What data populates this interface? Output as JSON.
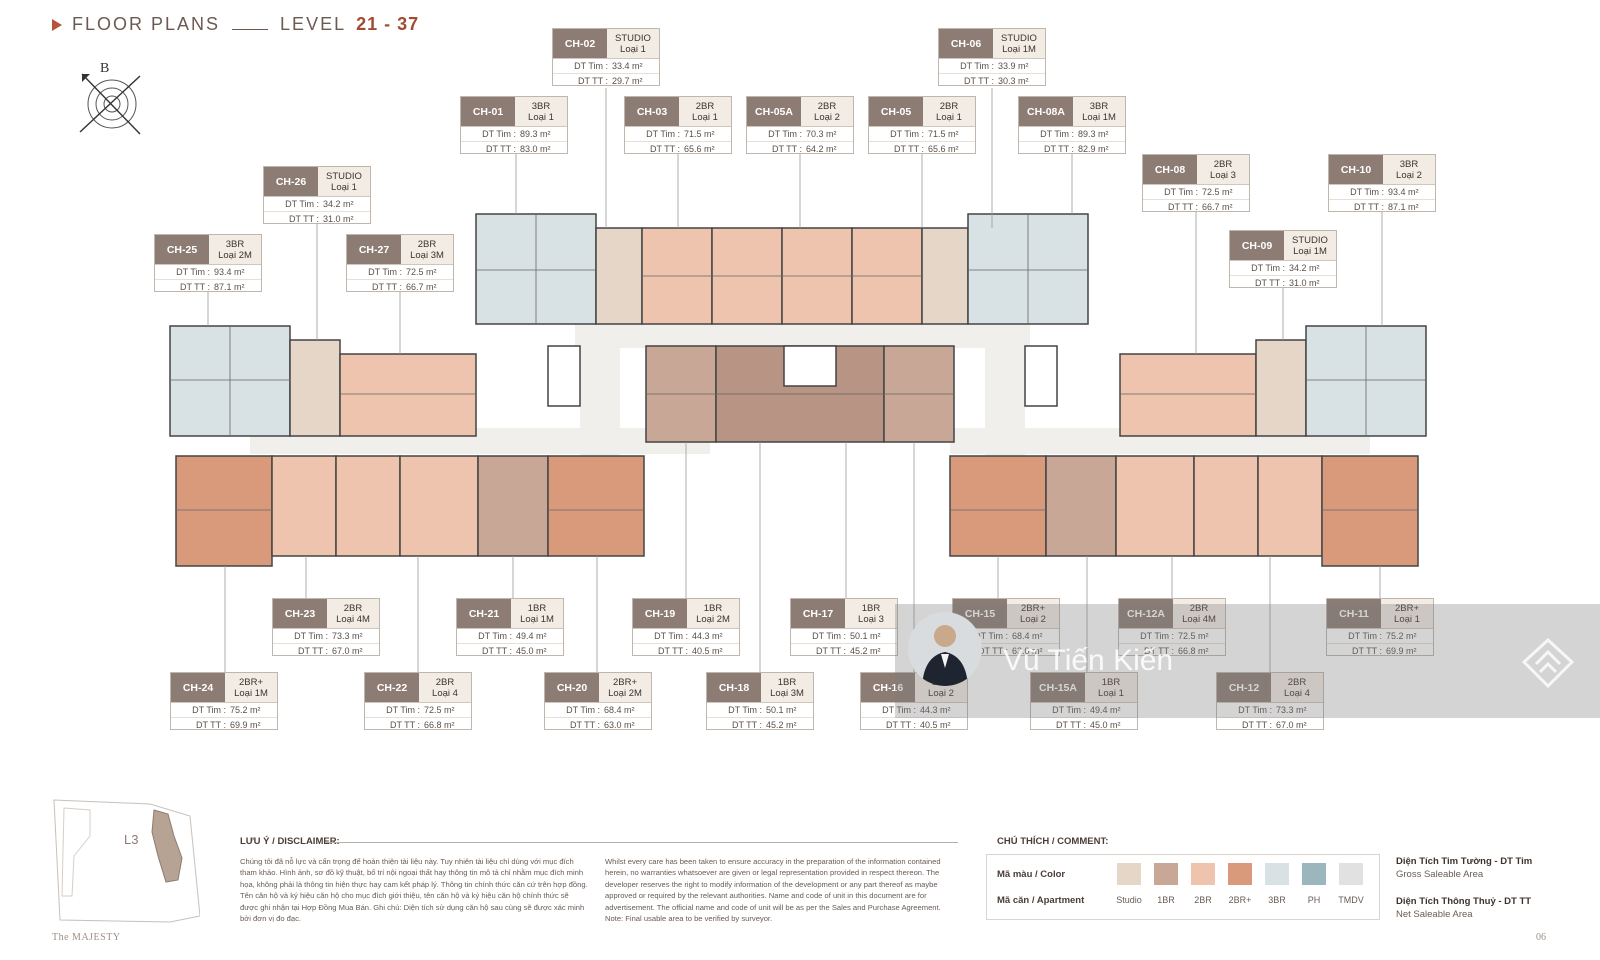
{
  "header": {
    "prefix": "FLOOR PLANS",
    "level_word": "LEVEL",
    "level_range": "21 - 37"
  },
  "compass_label": "B",
  "units": [
    {
      "code": "CH-02",
      "type": "STUDIO",
      "sub": "Loại 1",
      "dt_tim": "33.4 m²",
      "dt_tt": "29.7 m²"
    },
    {
      "code": "CH-06",
      "type": "STUDIO",
      "sub": "Loại 1M",
      "dt_tim": "33.9 m²",
      "dt_tt": "30.3 m²"
    },
    {
      "code": "CH-01",
      "type": "3BR",
      "sub": "Loại 1",
      "dt_tim": "89.3 m²",
      "dt_tt": "83.0 m²"
    },
    {
      "code": "CH-03",
      "type": "2BR",
      "sub": "Loại 1",
      "dt_tim": "71.5 m²",
      "dt_tt": "65.6 m²"
    },
    {
      "code": "CH-05A",
      "type": "2BR",
      "sub": "Loại 2",
      "dt_tim": "70.3 m²",
      "dt_tt": "64.2 m²"
    },
    {
      "code": "CH-05",
      "type": "2BR",
      "sub": "Loại 1",
      "dt_tim": "71.5 m²",
      "dt_tt": "65.6 m²"
    },
    {
      "code": "CH-08A",
      "type": "3BR",
      "sub": "Loại 1M",
      "dt_tim": "89.3 m²",
      "dt_tt": "82.9 m²"
    },
    {
      "code": "CH-26",
      "type": "STUDIO",
      "sub": "Loại 1",
      "dt_tim": "34.2 m²",
      "dt_tt": "31.0 m²"
    },
    {
      "code": "CH-08",
      "type": "2BR",
      "sub": "Loại 3",
      "dt_tim": "72.5 m²",
      "dt_tt": "66.7 m²"
    },
    {
      "code": "CH-10",
      "type": "3BR",
      "sub": "Loại 2",
      "dt_tim": "93.4 m²",
      "dt_tt": "87.1 m²"
    },
    {
      "code": "CH-25",
      "type": "3BR",
      "sub": "Loại 2M",
      "dt_tim": "93.4 m²",
      "dt_tt": "87.1 m²"
    },
    {
      "code": "CH-27",
      "type": "2BR",
      "sub": "Loại 3M",
      "dt_tim": "72.5 m²",
      "dt_tt": "66.7 m²"
    },
    {
      "code": "CH-09",
      "type": "STUDIO",
      "sub": "Loại 1M",
      "dt_tim": "34.2 m²",
      "dt_tt": "31.0 m²"
    },
    {
      "code": "CH-23",
      "type": "2BR",
      "sub": "Loại 4M",
      "dt_tim": "73.3 m²",
      "dt_tt": "67.0 m²"
    },
    {
      "code": "CH-21",
      "type": "1BR",
      "sub": "Loại 1M",
      "dt_tim": "49.4 m²",
      "dt_tt": "45.0 m²"
    },
    {
      "code": "CH-19",
      "type": "1BR",
      "sub": "Loại 2M",
      "dt_tim": "44.3 m²",
      "dt_tt": "40.5 m²"
    },
    {
      "code": "CH-17",
      "type": "1BR",
      "sub": "Loại 3",
      "dt_tim": "50.1 m²",
      "dt_tt": "45.2 m²"
    },
    {
      "code": "CH-15",
      "type": "2BR+",
      "sub": "Loại 2",
      "dt_tim": "68.4 m²",
      "dt_tt": "63.0 m²"
    },
    {
      "code": "CH-12A",
      "type": "2BR",
      "sub": "Loại 4M",
      "dt_tim": "72.5 m²",
      "dt_tt": "66.8 m²"
    },
    {
      "code": "CH-11",
      "type": "2BR+",
      "sub": "Loại 1",
      "dt_tim": "75.2 m²",
      "dt_tt": "69.9 m²"
    },
    {
      "code": "CH-24",
      "type": "2BR+",
      "sub": "Loại 1M",
      "dt_tim": "75.2 m²",
      "dt_tt": "69.9 m²"
    },
    {
      "code": "CH-22",
      "type": "2BR",
      "sub": "Loại 4",
      "dt_tim": "72.5 m²",
      "dt_tt": "66.8 m²"
    },
    {
      "code": "CH-20",
      "type": "2BR+",
      "sub": "Loại 2M",
      "dt_tim": "68.4 m²",
      "dt_tt": "63.0 m²"
    },
    {
      "code": "CH-18",
      "type": "1BR",
      "sub": "Loại 3M",
      "dt_tim": "50.1 m²",
      "dt_tt": "45.2 m²"
    },
    {
      "code": "CH-16",
      "type": "1BR",
      "sub": "Loại 2",
      "dt_tim": "44.3 m²",
      "dt_tt": "40.5 m²"
    },
    {
      "code": "CH-15A",
      "type": "1BR",
      "sub": "Loại 1",
      "dt_tim": "49.4 m²",
      "dt_tt": "45.0 m²"
    },
    {
      "code": "CH-12",
      "type": "2BR",
      "sub": "Loại 4",
      "dt_tim": "73.3 m²",
      "dt_tt": "67.0 m²"
    }
  ],
  "card_labels": {
    "tim": "DT Tim :",
    "tt": "DT TT :"
  },
  "watermark_name": "Vũ Tiến Kiến",
  "keymap_label": "L3",
  "disclaimer": {
    "title": "LƯU Ý / DISCLAIMER:",
    "vn": "Chúng tôi đã nỗ lực và cẩn trọng để hoàn thiện tài liệu này. Tuy nhiên tài liệu chỉ dùng với mục đích tham khảo. Hình ảnh, sơ đồ kỹ thuật, bố trí nội ngoại thất hay thông tin mô tả chỉ nhằm mục đích minh họa, không phải là thông tin hiện thực hay cam kết pháp lý. Thông tin chính thức căn cứ trên hợp đồng. Tên căn hộ và ký hiệu căn hộ cho mục đích giới thiệu, tên căn hộ và ký hiệu căn hộ chính thức sẽ được ghi nhận tại Hợp Đồng Mua Bán. Ghi chú: Diện tích sử dụng căn hộ sau cùng sẽ được xác minh bởi đơn vị đo đạc.",
    "en": "Whilst every care has been taken to ensure accuracy in the preparation of the information contained herein, no warranties whatsoever are given or legal representation provided in respect thereon. The developer reserves the right to modify information of the development or any part thereof as maybe approved or required by the relevant authorities. Name and code of unit in this document are for advertisement. The official name and code of unit will be as per the Sales and Purchase Agreement. Note: Final usable area to be verified by surveyor."
  },
  "comment": {
    "title": "CHÚ THÍCH / COMMENT:",
    "color_label": "Mã màu / Color",
    "apt_label": "Mã căn / Apartment",
    "items": [
      {
        "name": "Studio",
        "color": "#e6d6c8"
      },
      {
        "name": "1BR",
        "color": "#c8a796"
      },
      {
        "name": "2BR",
        "color": "#eec4ae"
      },
      {
        "name": "2BR+",
        "color": "#d99a7c"
      },
      {
        "name": "3BR",
        "color": "#d8e2e5"
      },
      {
        "name": "PH",
        "color": "#9cb6be"
      },
      {
        "name": "TMDV",
        "color": "#e1e1e1"
      }
    ]
  },
  "areas": {
    "gross_title": "Diện Tích Tim Tường - DT Tim",
    "gross_sub": "Gross Saleable Area",
    "net_title": "Diện Tích Thông Thuỷ - DT TT",
    "net_sub": "Net Saleable Area"
  },
  "brand": "The MAJESTY",
  "page_number": "06"
}
